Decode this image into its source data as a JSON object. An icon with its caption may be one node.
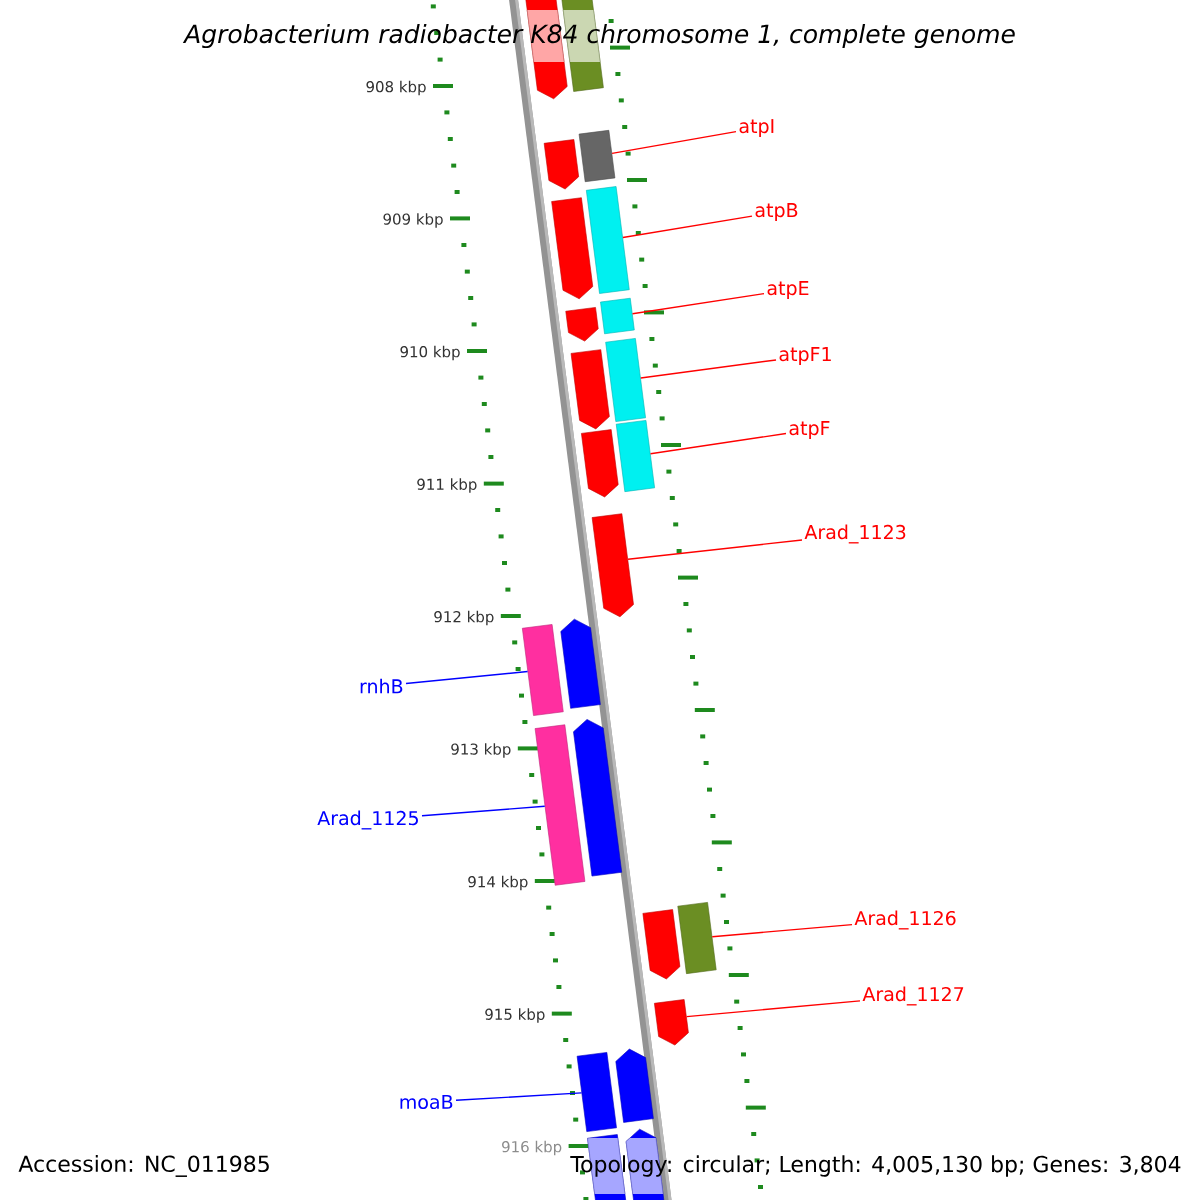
{
  "diagram": {
    "title": "Agrobacterium radiobacter K84 chromosome 1, complete genome",
    "nodes": [
      {
        "text": [
          "atpI"
        ]
      },
      {
        "text": [
          "atpB"
        ]
      },
      {
        "text": [
          "atpE"
        ]
      },
      {
        "text": [
          "atpF1"
        ]
      },
      {
        "text": [
          "atpF"
        ]
      },
      {
        "text": [
          "Arad_1123"
        ]
      },
      {
        "text": [
          "rnhB"
        ]
      },
      {
        "text": [
          "Arad_1125"
        ]
      },
      {
        "text": [
          "Arad_1126"
        ]
      },
      {
        "text": [
          "Arad_1127"
        ]
      },
      {
        "text": [
          "moaB"
        ]
      },
      {
        "text": [],
        "shape": "arrow"
      },
      {
        "text": [],
        "shape": "bar"
      },
      {
        "text": [],
        "shape": "bar"
      },
      {
        "text": [],
        "shape": "arrow"
      },
      {
        "text": [],
        "shape": "bar"
      },
      {
        "text": [],
        "shape": "arrow"
      },
      {
        "text": [],
        "shape": "bar"
      },
      {
        "text": [],
        "shape": "arrow"
      },
      {
        "text": [],
        "shape": "bar"
      },
      {
        "text": [],
        "shape": "arrow"
      },
      {
        "text": [],
        "shape": "bar"
      },
      {
        "text": [],
        "shape": "arrow"
      },
      {
        "text": [],
        "shape": "arrow"
      },
      {
        "text": [],
        "shape": "arrow"
      },
      {
        "text": [],
        "shape": "bar"
      },
      {
        "text": [],
        "shape": "arrow"
      },
      {
        "text": [],
        "shape": "bar"
      },
      {
        "text": [],
        "shape": "bar"
      },
      {
        "text": [],
        "shape": "arrow"
      },
      {
        "text": [],
        "shape": "arrow"
      },
      {
        "text": [],
        "shape": "bar"
      },
      {
        "text": [],
        "shape": "arrow"
      },
      {
        "text": [],
        "shape": "arrow"
      },
      {
        "text": [],
        "shape": "bar"
      }
    ],
    "edges": [
      {
        "from": 0,
        "to": 13,
        "arrow": "none"
      },
      {
        "from": 1,
        "to": 15,
        "arrow": "none"
      },
      {
        "from": 2,
        "to": 17,
        "arrow": "none"
      },
      {
        "from": 3,
        "to": 19,
        "arrow": "none"
      },
      {
        "from": 4,
        "to": 21,
        "arrow": "none"
      },
      {
        "from": 5,
        "to": 23,
        "arrow": "none"
      },
      {
        "from": 6,
        "to": 25,
        "arrow": "none",
        "color": "#0000ff"
      },
      {
        "from": 7,
        "to": 27,
        "arrow": "none",
        "color": "#0000ff"
      },
      {
        "from": 8,
        "to": 28,
        "arrow": "none"
      },
      {
        "from": 9,
        "to": 30,
        "arrow": "none"
      },
      {
        "from": 10,
        "to": 31,
        "arrow": "none",
        "color": "#0000ff"
      }
    ],
    "labels": [
      "908 kbp",
      "909 kbp",
      "910 kbp",
      "911 kbp",
      "912 kbp",
      "913 kbp",
      "914 kbp",
      "915 kbp",
      "916 kbp",
      "Accession: NC_011985",
      "Topology: circular; Length: 4,005,130 bp; Genes: 3,804"
    ]
  }
}
